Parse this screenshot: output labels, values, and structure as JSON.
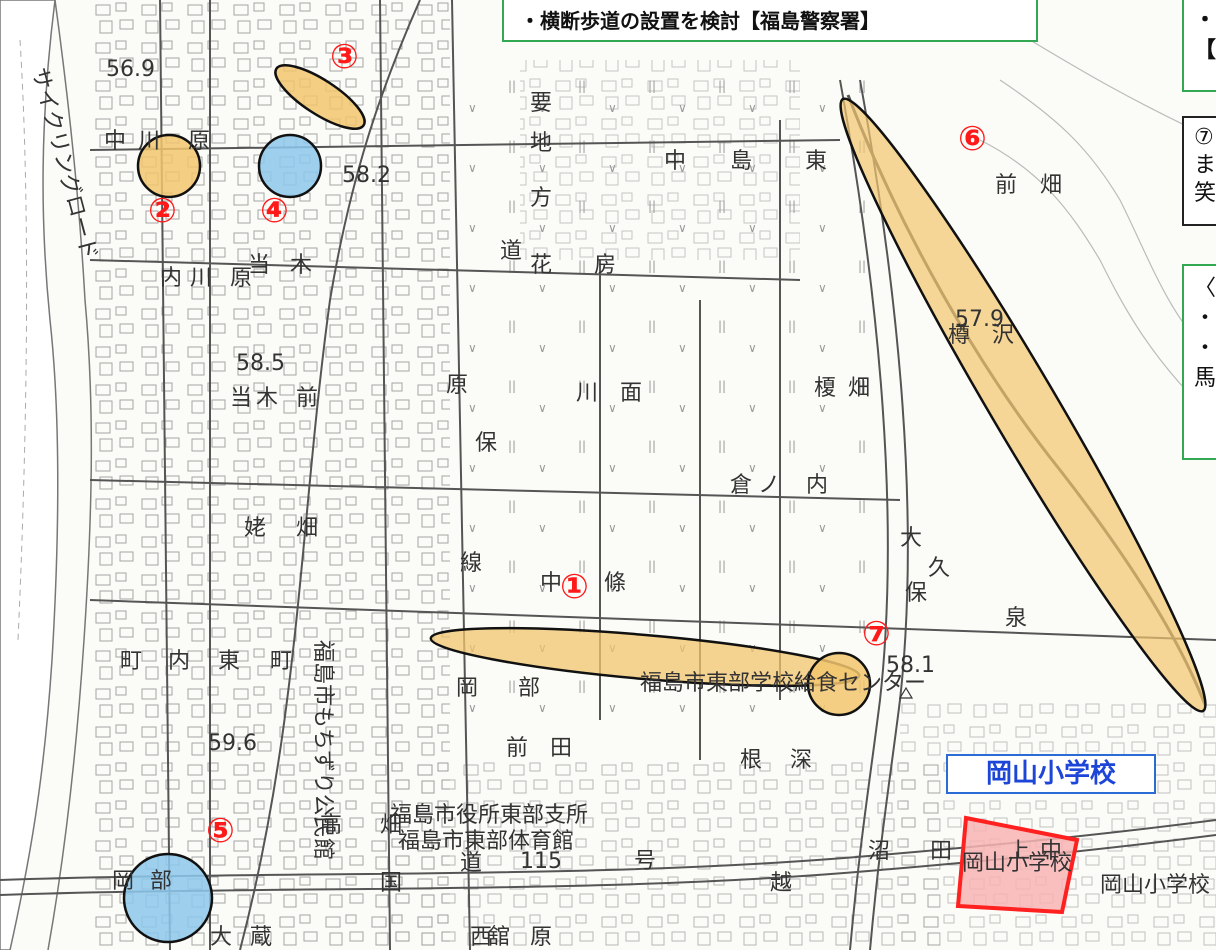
{
  "notes": {
    "top": "・横断歩道の設置を検討【福島警察署】",
    "right1": "・\n【",
    "right2": "⑦\nま\n笑",
    "right3": "〈\n・\n・\n馬"
  },
  "school_label": "岡山小学校",
  "markers": [
    {
      "label": "①",
      "kind": "ellipse",
      "color": "#f2c66d"
    },
    {
      "label": "②",
      "kind": "circle",
      "color": "#f2c66d"
    },
    {
      "label": "③",
      "kind": "ellipse",
      "color": "#f2c66d"
    },
    {
      "label": "④",
      "kind": "circle",
      "color": "#8dc8ec"
    },
    {
      "label": "⑤",
      "kind": "circle",
      "color": "#8dc8ec"
    },
    {
      "label": "⑥",
      "kind": "ellipse",
      "color": "#f2c66d"
    },
    {
      "label": "⑦",
      "kind": "circle",
      "color": "#f2c66d"
    }
  ],
  "place_names": [
    "中",
    "川",
    "原",
    "内",
    "川",
    "原",
    "当",
    "木",
    "当",
    "木",
    "前",
    "花",
    "房",
    "中",
    "島",
    "東",
    "前",
    "畑",
    "樽",
    "沢",
    "榎",
    "畑",
    "川",
    "面",
    "倉",
    "ノ",
    "内",
    "大",
    "久",
    "保",
    "泉",
    "中",
    "條",
    "岡",
    "部",
    "前",
    "田",
    "根",
    "深",
    "沼",
    "田",
    "上",
    "中",
    "姥",
    "畑",
    "町",
    "内",
    "東",
    "町",
    "高",
    "畑",
    "岡",
    "部",
    "地",
    "方",
    "道",
    "保",
    "原",
    "線",
    "舘",
    "越",
    "西",
    "原",
    "大",
    "蔵",
    "国",
    "道",
    "115",
    "号",
    "要"
  ],
  "map_labels": {
    "center": "福島市東部学校給食センター",
    "branch_office": "福島市役所東部支所",
    "gym": "福島市東部体育館",
    "community": "福島市もちずり公民館",
    "school_map": "岡山小学校",
    "school_small": "岡山小学校",
    "elev1": "58.1",
    "elev2": "57.9",
    "elev3": "58.5",
    "elev4": "59.6",
    "elev5": "56.9",
    "elev6": "58.2",
    "river_text": "サイクリングロード"
  },
  "colors": {
    "yellow_fill": "#f2c66d",
    "blue_fill": "#8dc8ec",
    "number_red": "#ff1a1a",
    "school_outline": "#ff2020",
    "school_fill": "#f7b4b4",
    "school_label_blue": "#1d45d8",
    "green_box": "#33a853"
  }
}
